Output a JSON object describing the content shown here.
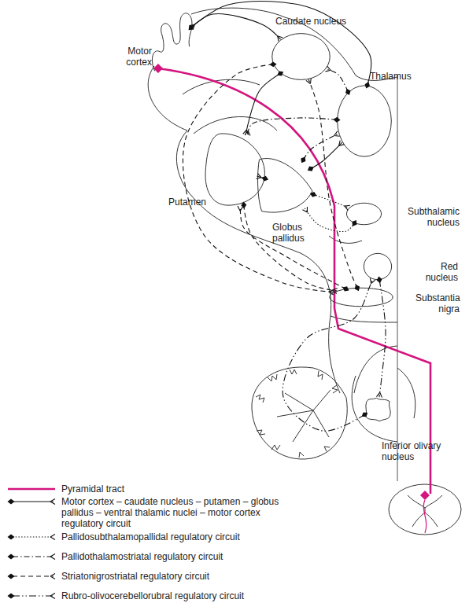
{
  "diagram": {
    "nodes": [
      {
        "text": [
          "Motor cortex"
        ]
      },
      {
        "text": [
          "Caudate nucleus"
        ]
      },
      {
        "text": [
          "Thalamus"
        ]
      },
      {
        "text": [
          "Putamen"
        ]
      },
      {
        "text": [
          "Globus pallidus"
        ]
      },
      {
        "text": [
          "Subthalamic nucleus"
        ]
      },
      {
        "text": [
          "Red nucleus"
        ]
      },
      {
        "text": [
          "Substantia nigra"
        ]
      },
      {
        "text": [
          "Inferior olivary nucleus"
        ]
      }
    ],
    "edges": [
      {
        "from": 0,
        "to": 1,
        "arrow": "to"
      },
      {
        "from": 1,
        "to": 3,
        "arrow": "to"
      },
      {
        "from": 3,
        "to": 4,
        "arrow": "to"
      },
      {
        "from": 4,
        "to": 2,
        "arrow": "to"
      },
      {
        "from": 2,
        "to": 0,
        "arrow": "to"
      },
      {
        "from": 4,
        "to": 5,
        "arrow": "to"
      },
      {
        "from": 5,
        "to": 4,
        "arrow": "to"
      },
      {
        "from": 4,
        "to": 2,
        "arrow": "to"
      },
      {
        "from": 2,
        "to": 1,
        "arrow": "to"
      },
      {
        "from": 2,
        "to": 3,
        "arrow": "to"
      },
      {
        "from": 1,
        "to": 7,
        "arrow": "to"
      },
      {
        "from": 3,
        "to": 7,
        "arrow": "to"
      },
      {
        "from": 7,
        "to": 1,
        "arrow": "to"
      },
      {
        "from": 7,
        "to": 3,
        "arrow": "to"
      },
      {
        "from": 6,
        "to": 8,
        "arrow": "to"
      },
      {
        "from": 8,
        "to": 6,
        "arrow": "to"
      }
    ],
    "legend": [
      {
        "text": "Pyramidal tract"
      },
      {
        "text": "Motor cortex – caudate nucleus – putamen – globus pallidus – ventral thalamic nuclei – motor cortex regulatory circuit"
      },
      {
        "text": "Pallidosubthalamopallidal regulatory circuit"
      },
      {
        "text": "Pallidothalamostriatal regulatory circuit"
      },
      {
        "text": "Striatonigrostriatal regulatory circuit"
      },
      {
        "text": "Rubro-olivocerebellorubral regulatory circuit"
      }
    ]
  }
}
